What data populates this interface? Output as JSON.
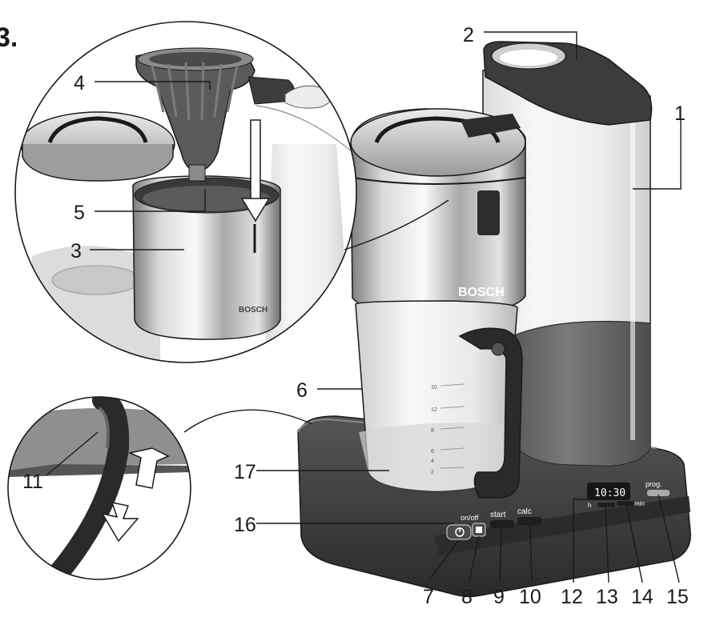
{
  "figure": {
    "number_label": "3."
  },
  "brand": {
    "machine_logo": "BOSCH",
    "jug_logo": "BOSCH"
  },
  "jug_scale": [
    "10",
    "12",
    "8",
    "6",
    "4",
    "2"
  ],
  "controls": {
    "onoff_text": "on/off",
    "start_label": "start",
    "calc_label": "calc",
    "prog_label": "prog.",
    "display_time": "10:30",
    "h_label": "h",
    "min_label": "min"
  },
  "callouts": [
    {
      "id": "c1",
      "text": "1"
    },
    {
      "id": "c2",
      "text": "2"
    },
    {
      "id": "c3",
      "text": "3"
    },
    {
      "id": "c4",
      "text": "4"
    },
    {
      "id": "c5",
      "text": "5"
    },
    {
      "id": "c6",
      "text": "6"
    },
    {
      "id": "c7",
      "text": "7"
    },
    {
      "id": "c8",
      "text": "8"
    },
    {
      "id": "c9",
      "text": "9"
    },
    {
      "id": "c10",
      "text": "10"
    },
    {
      "id": "c11",
      "text": "11"
    },
    {
      "id": "c12",
      "text": "12"
    },
    {
      "id": "c13",
      "text": "13"
    },
    {
      "id": "c14",
      "text": "14"
    },
    {
      "id": "c15",
      "text": "15"
    },
    {
      "id": "c16",
      "text": "16"
    },
    {
      "id": "c17",
      "text": "17"
    }
  ],
  "colors": {
    "base": "#3a3a3a",
    "steel_light": "#e6e6e6",
    "steel_dark": "#8c8c8c",
    "tank_glass": "#f3f3f3",
    "water": "#6e6e6e",
    "outline": "#1a1a1a"
  }
}
